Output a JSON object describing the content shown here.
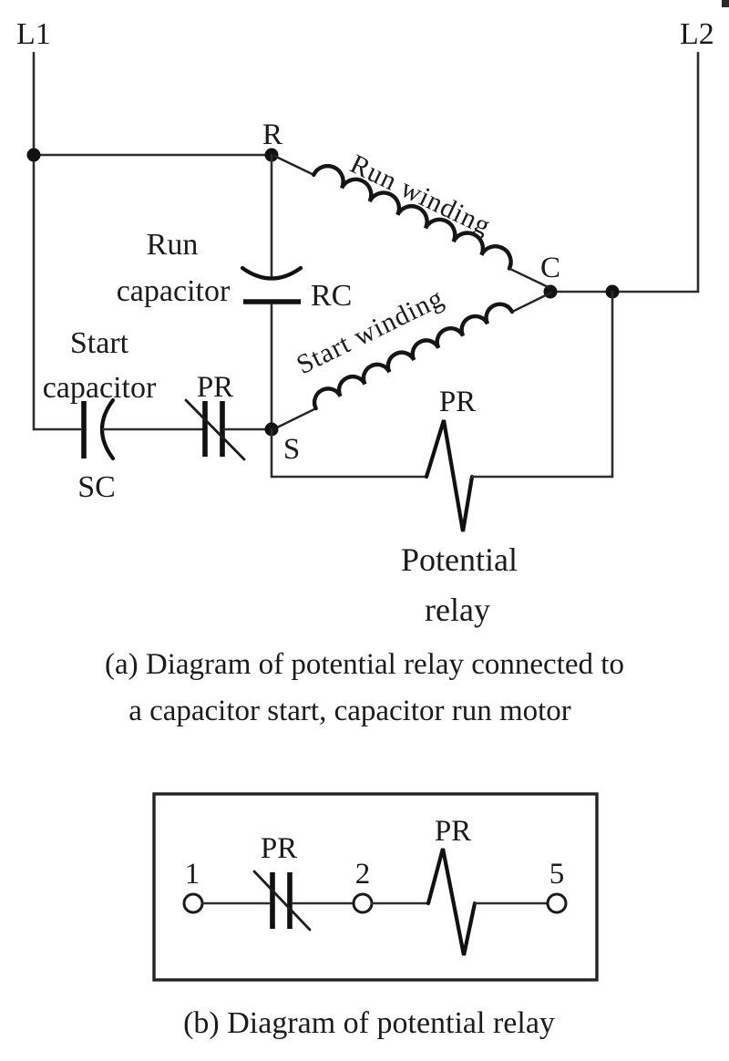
{
  "colors": {
    "background": "#ffffff",
    "ink": "#1b1b1b"
  },
  "diagram_a": {
    "power_left": "L1",
    "power_right": "L2",
    "terminal_r": "R",
    "terminal_c": "C",
    "terminal_s": "S",
    "run_winding_label": "Run winding",
    "start_winding_label": "Start winding",
    "run_capacitor": {
      "line1": "Run",
      "line2": "capacitor",
      "ref": "RC"
    },
    "start_capacitor": {
      "line1": "Start",
      "line2": "capacitor",
      "ref": "SC"
    },
    "pr_contact_label": "PR",
    "pr_coil_label": "PR",
    "potential_relay": {
      "line1": "Potential",
      "line2": "relay"
    },
    "caption": {
      "line1": "(a) Diagram of potential relay connected to",
      "line2": "a capacitor start, capacitor run motor"
    }
  },
  "diagram_b": {
    "terminal_1": "1",
    "terminal_2": "2",
    "terminal_5": "5",
    "pr_contact_label": "PR",
    "pr_coil_label": "PR",
    "caption": "(b) Diagram of potential relay"
  }
}
